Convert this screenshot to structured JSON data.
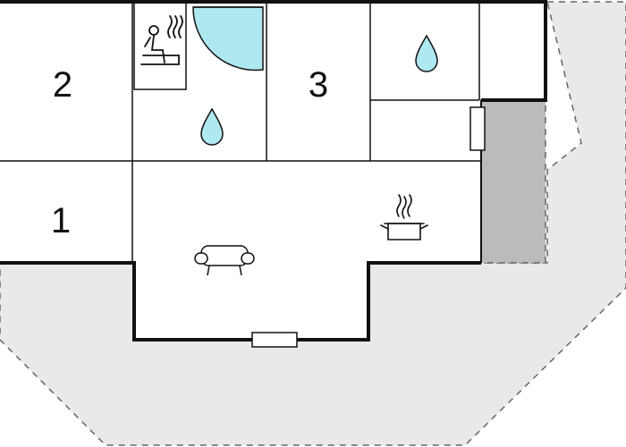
{
  "rooms": [
    {
      "id": "bedroom-1",
      "label": "1"
    },
    {
      "id": "bedroom-2",
      "label": "2"
    },
    {
      "id": "bedroom-3",
      "label": "3"
    }
  ],
  "icons": {
    "sauna": "sauna-person-icon",
    "shower": "shower-quarter-circle-icon",
    "water_drop": "water-drop-icon",
    "sofa": "sofa-icon",
    "cooking_pot": "cooking-pot-icon"
  },
  "colors": {
    "wall": "#111111",
    "terrace": "#e9e9e9",
    "covered_terrace": "#bbbbbb",
    "water": "#aee8f0",
    "window": "#ffffff",
    "outline": "#444444"
  }
}
